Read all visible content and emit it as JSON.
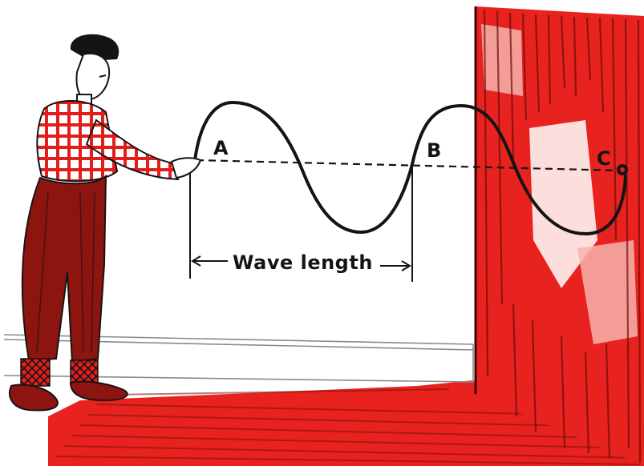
{
  "diagram": {
    "points": {
      "a": "A",
      "b": "B",
      "c": "C"
    },
    "measurement_label": "Wave length"
  },
  "colors": {
    "ink": "#141414",
    "red": "#e8221e",
    "dark_red": "#8e1410",
    "paper": "#ffffff"
  }
}
